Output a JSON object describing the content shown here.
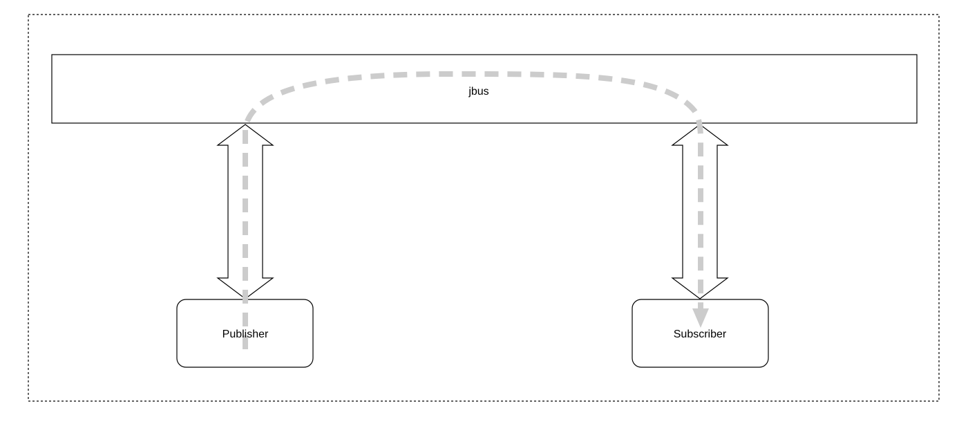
{
  "nodes": {
    "bus": {
      "label": "jbus"
    },
    "publisher": {
      "label": "Publisher"
    },
    "subscriber": {
      "label": "Subscriber"
    }
  },
  "colors": {
    "stroke": "#000000",
    "flow": "#cccccc",
    "background": "#ffffff",
    "frame": "#000000"
  }
}
